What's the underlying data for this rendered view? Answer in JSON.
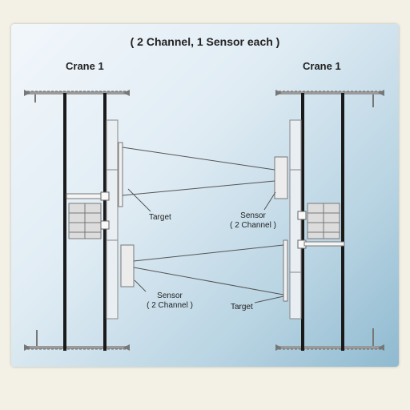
{
  "diagram": {
    "title": "( 2 Channel, 1 Sensor each )",
    "left_crane_label": "Crane 1",
    "right_crane_label": "Crane 1",
    "upper_target_label": "Target",
    "upper_sensor_label_1": "Sensor",
    "upper_sensor_label_2": "( 2 Channel )",
    "lower_sensor_label_1": "Sensor",
    "lower_sensor_label_2": "( 2 Channel )",
    "lower_target_label": "Target"
  },
  "colors": {
    "rail": "#1a1a1a",
    "beam": "#8a8a8a",
    "device_fill": "#ececec",
    "line": "#555555"
  }
}
